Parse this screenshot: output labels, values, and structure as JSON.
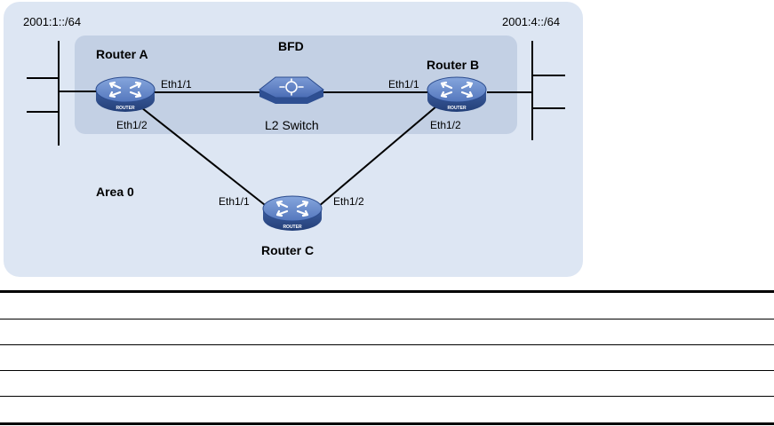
{
  "network": {
    "subnet_left": "2001:1::/64",
    "subnet_right": "2001:4::/64",
    "bfd_label": "BFD",
    "area_label": "Area 0",
    "switch_label": "L2 Switch",
    "router_a": {
      "name": "Router A",
      "eth1": "Eth1/1",
      "eth2": "Eth1/2",
      "badge": "ROUTER"
    },
    "router_b": {
      "name": "Router B",
      "eth1": "Eth1/1",
      "eth2": "Eth1/2",
      "badge": "ROUTER"
    },
    "router_c": {
      "name": "Router C",
      "eth1": "Eth1/1",
      "eth2": "Eth1/2",
      "badge": "ROUTER"
    }
  },
  "colors": {
    "outer_area": "#dde6f3",
    "bfd_area": "#c3d0e4",
    "router_body": "#4a6fb5",
    "router_top": "#6f93d2",
    "switch_body": "#3b5fa6"
  },
  "table": {
    "rows": 5
  }
}
